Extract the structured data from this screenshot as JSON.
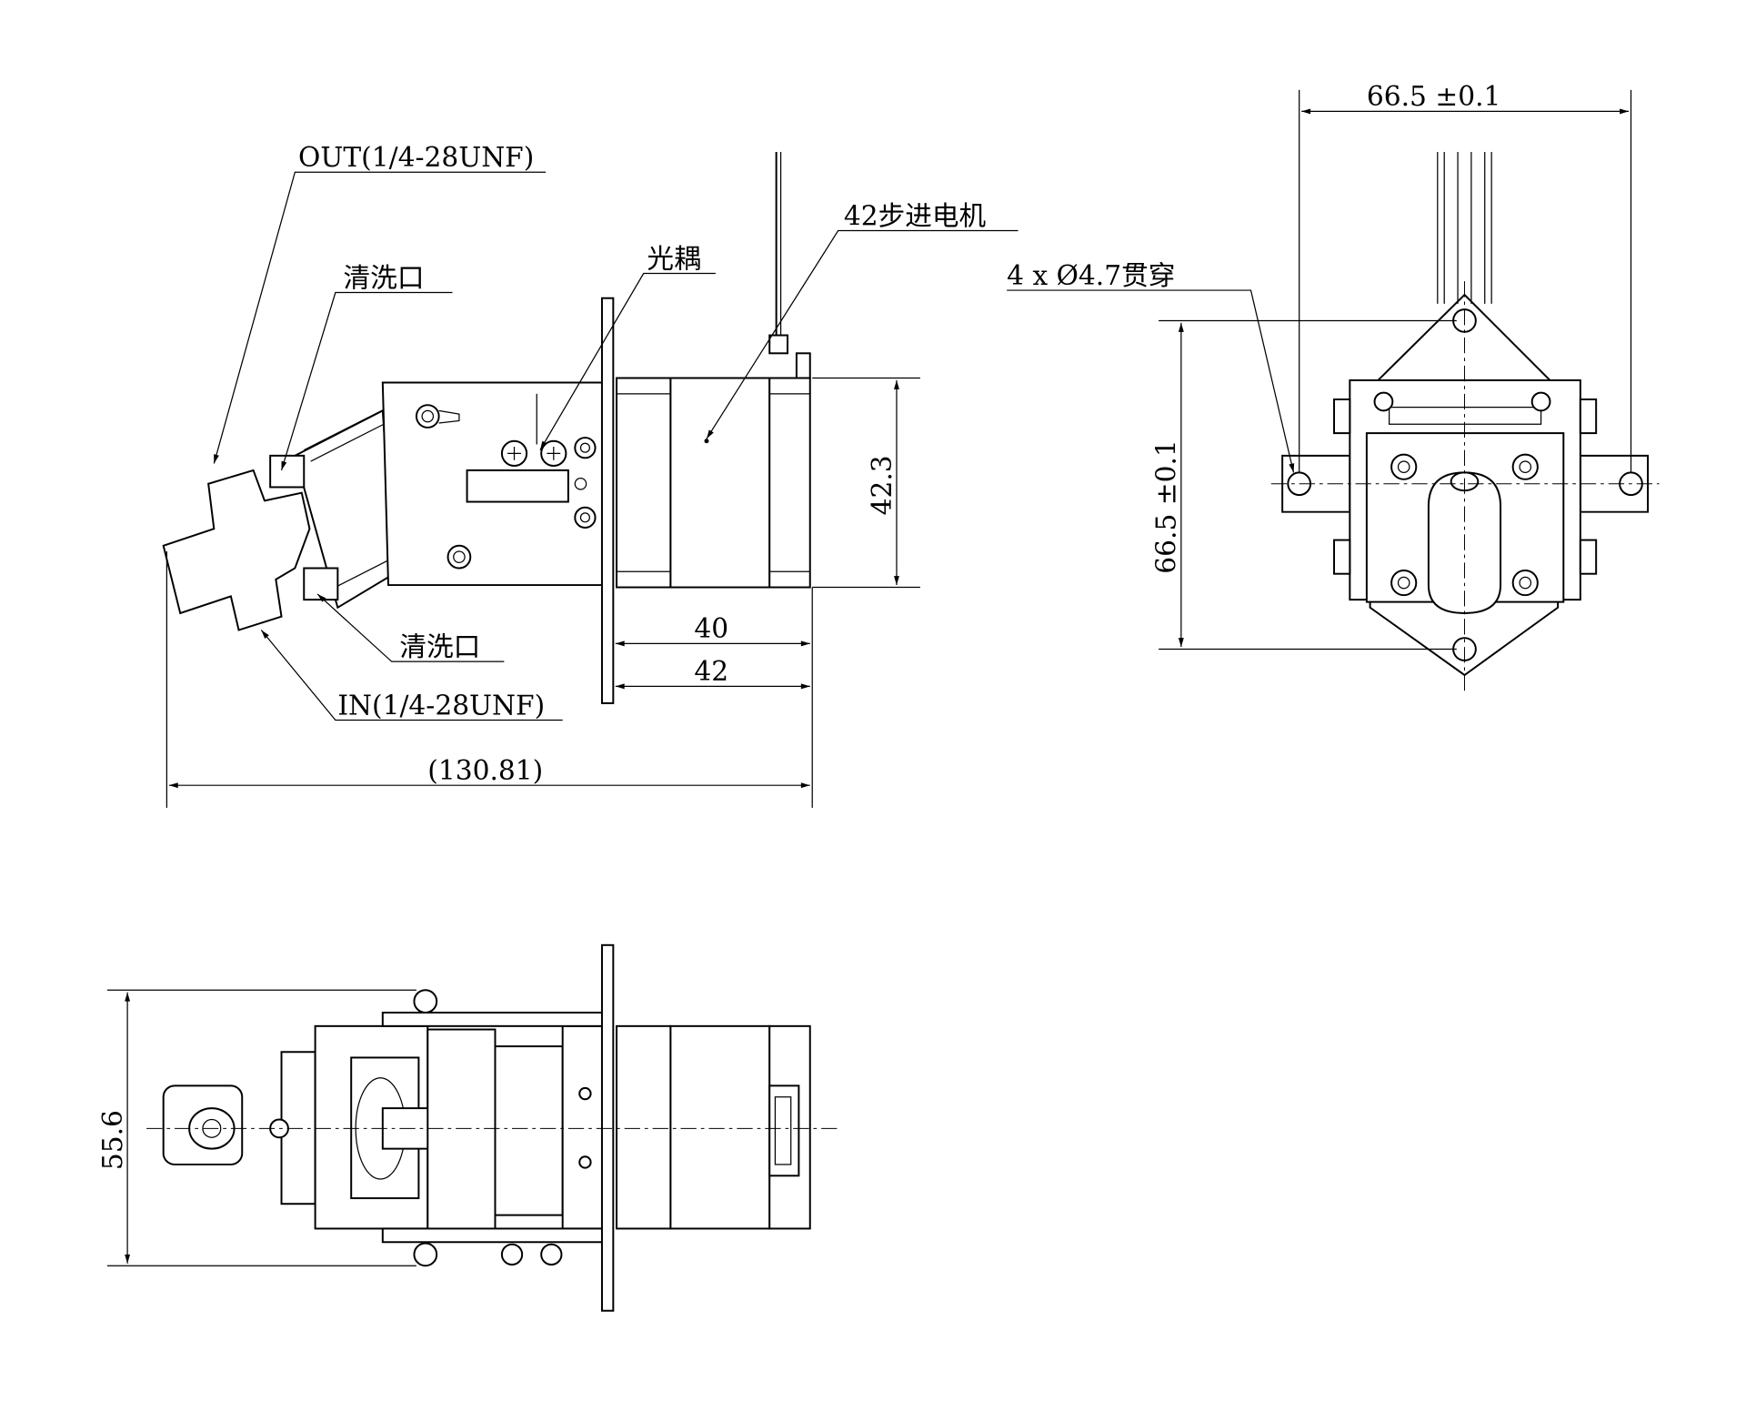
{
  "labels": {
    "out_port": "OUT(1/4-28UNF)",
    "in_port": "IN(1/4-28UNF)",
    "wash_port_top": "清洗口",
    "wash_port_bottom": "清洗口",
    "optocoupler": "光耦",
    "stepper_motor": "42步进电机",
    "mount_holes": "4 x Ø4.7贯穿"
  },
  "dimensions": {
    "overall_length": "(130.81)",
    "motor_body_40": "40",
    "motor_flange_42": "42",
    "motor_height": "42.3",
    "hole_spacing_horizontal": "66.5 ±0.1",
    "hole_spacing_vertical": "66.5 ±0.1",
    "bottom_view_height": "55.6"
  }
}
